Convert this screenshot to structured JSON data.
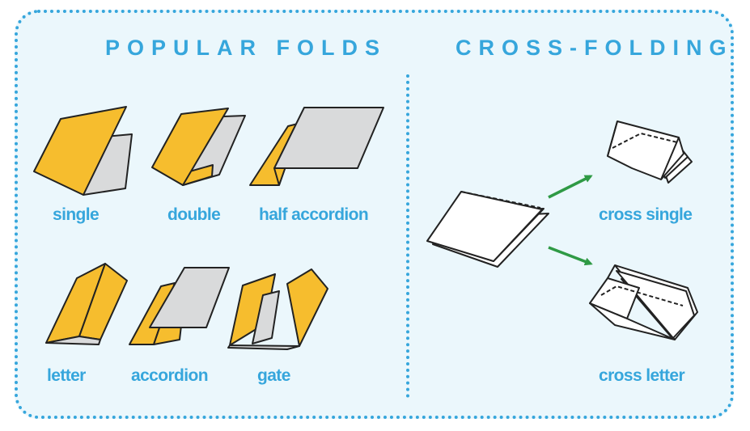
{
  "headings": {
    "popular": "POPULAR FOLDS",
    "cross": "CROSS-FOLDING"
  },
  "popular_folds": [
    {
      "label": "single",
      "icon": "single-fold-icon"
    },
    {
      "label": "double",
      "icon": "double-fold-icon"
    },
    {
      "label": "half accordion",
      "icon": "half-accordion-fold-icon"
    },
    {
      "label": "letter",
      "icon": "letter-fold-icon"
    },
    {
      "label": "accordion",
      "icon": "accordion-fold-icon"
    },
    {
      "label": "gate",
      "icon": "gate-fold-icon"
    }
  ],
  "cross_folds": [
    {
      "label": "cross single",
      "icon": "cross-single-fold-icon"
    },
    {
      "label": "cross letter",
      "icon": "cross-letter-fold-icon"
    }
  ],
  "colors": {
    "accent": "#36a6dc",
    "panel_bg": "#ebf7fc",
    "paper_front": "#f6bd2e",
    "paper_back": "#d9dadb",
    "arrow": "#2f9a45"
  }
}
